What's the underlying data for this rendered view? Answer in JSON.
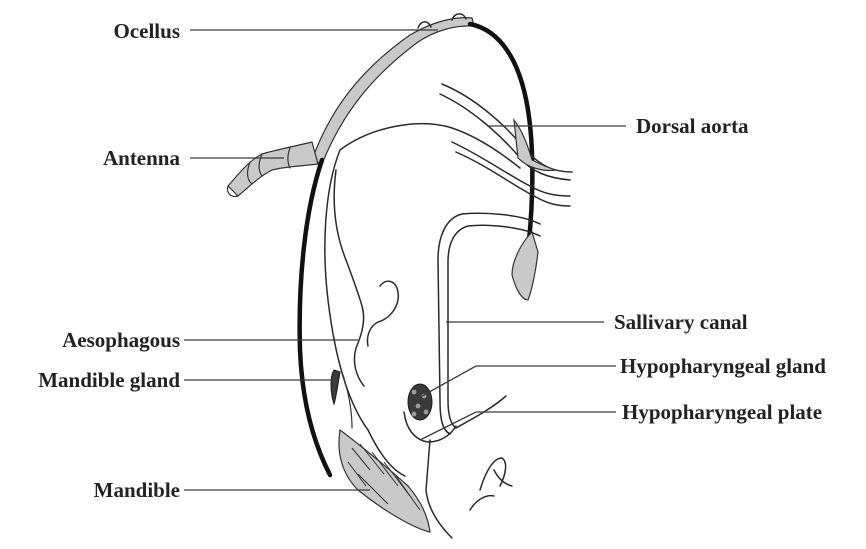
{
  "labels": {
    "ocellus": "Ocellus",
    "antenna": "Antenna",
    "aesophagous": "Aesophagous",
    "mandible_gland": "Mandible gland",
    "mandible": "Mandible",
    "dorsal_aorta": "Dorsal aorta",
    "sallivary_canal": "Sallivary canal",
    "hypopharyngeal_gland": "Hypopharyngeal gland",
    "hypopharyngeal_plate": "Hypopharyngeal plate"
  }
}
